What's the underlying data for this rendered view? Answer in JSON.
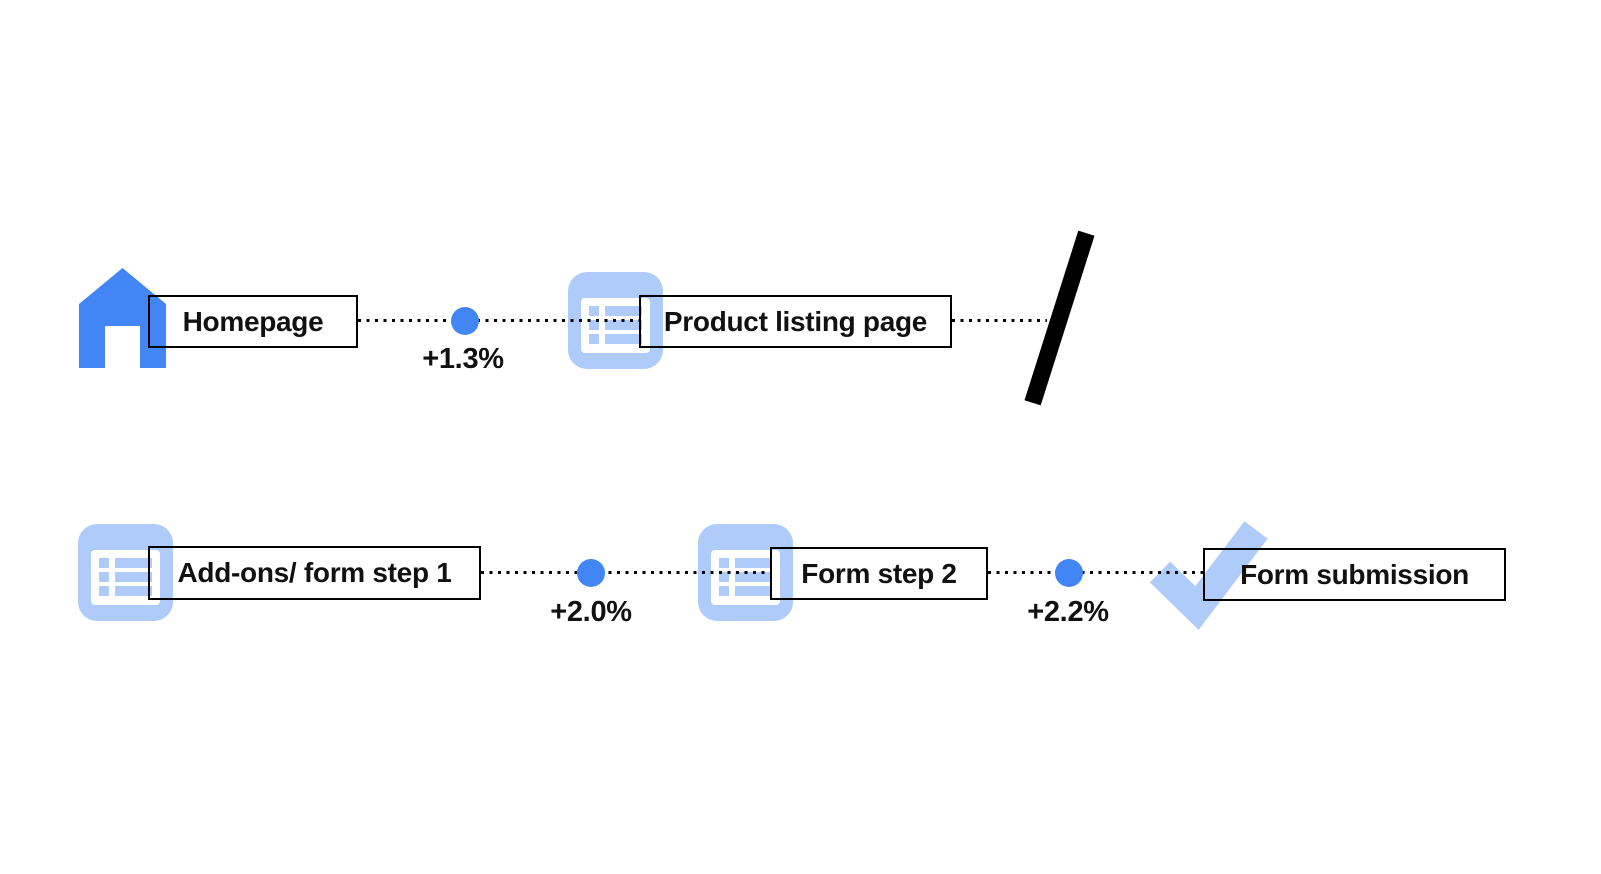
{
  "page": {
    "background": "#ffffff"
  },
  "colors": {
    "primary_blue": "#4285F4",
    "light_blue": "#AECBFA",
    "line_black": "#000000",
    "text": "#111111"
  },
  "row1": {
    "steps": [
      {
        "label": "Homepage",
        "icon": "home-icon"
      },
      {
        "label": "Product listing page",
        "icon": "list-icon"
      }
    ],
    "delta": "+1.3%",
    "break": "slash"
  },
  "row2": {
    "steps": [
      {
        "label": "Add-ons/ form step 1",
        "icon": "list-icon"
      },
      {
        "label": "Form step 2",
        "icon": "list-icon"
      },
      {
        "label": "Form submission",
        "icon": "check-icon"
      }
    ],
    "deltas": [
      "+2.0%",
      "+2.2%"
    ]
  }
}
